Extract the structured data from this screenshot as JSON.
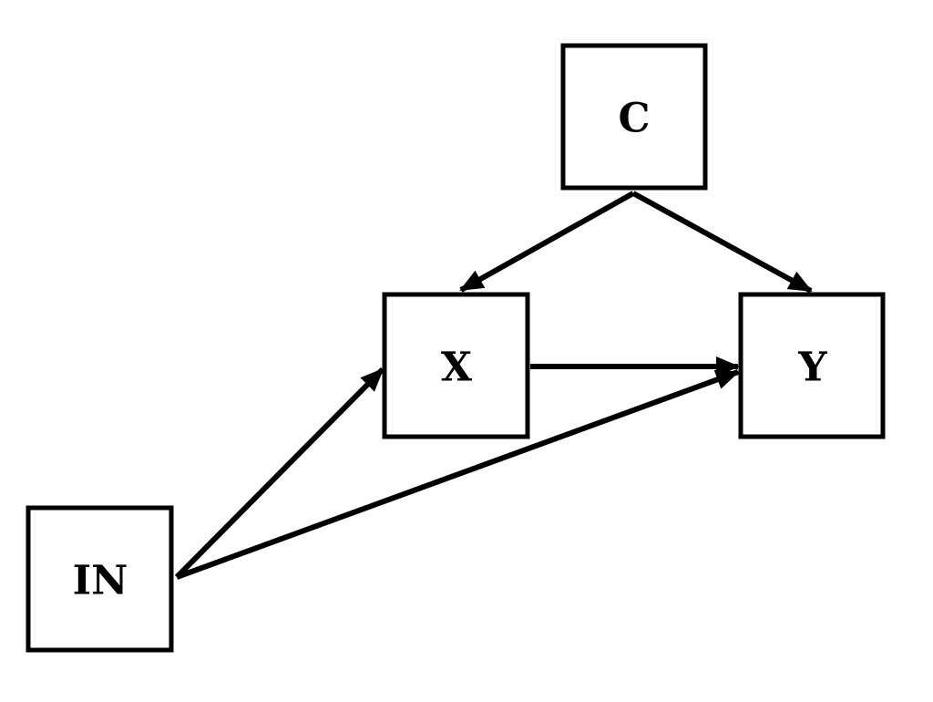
{
  "diagram": {
    "nodes": {
      "c": {
        "label": "C"
      },
      "x": {
        "label": "X"
      },
      "y": {
        "label": "Y"
      },
      "in": {
        "label": "IN"
      }
    },
    "edges": [
      {
        "from": "C",
        "to": "X"
      },
      {
        "from": "C",
        "to": "Y"
      },
      {
        "from": "X",
        "to": "Y"
      },
      {
        "from": "IN",
        "to": "X"
      },
      {
        "from": "IN",
        "to": "Y"
      }
    ],
    "colors": {
      "stroke": "#000000",
      "background": "#ffffff"
    }
  }
}
